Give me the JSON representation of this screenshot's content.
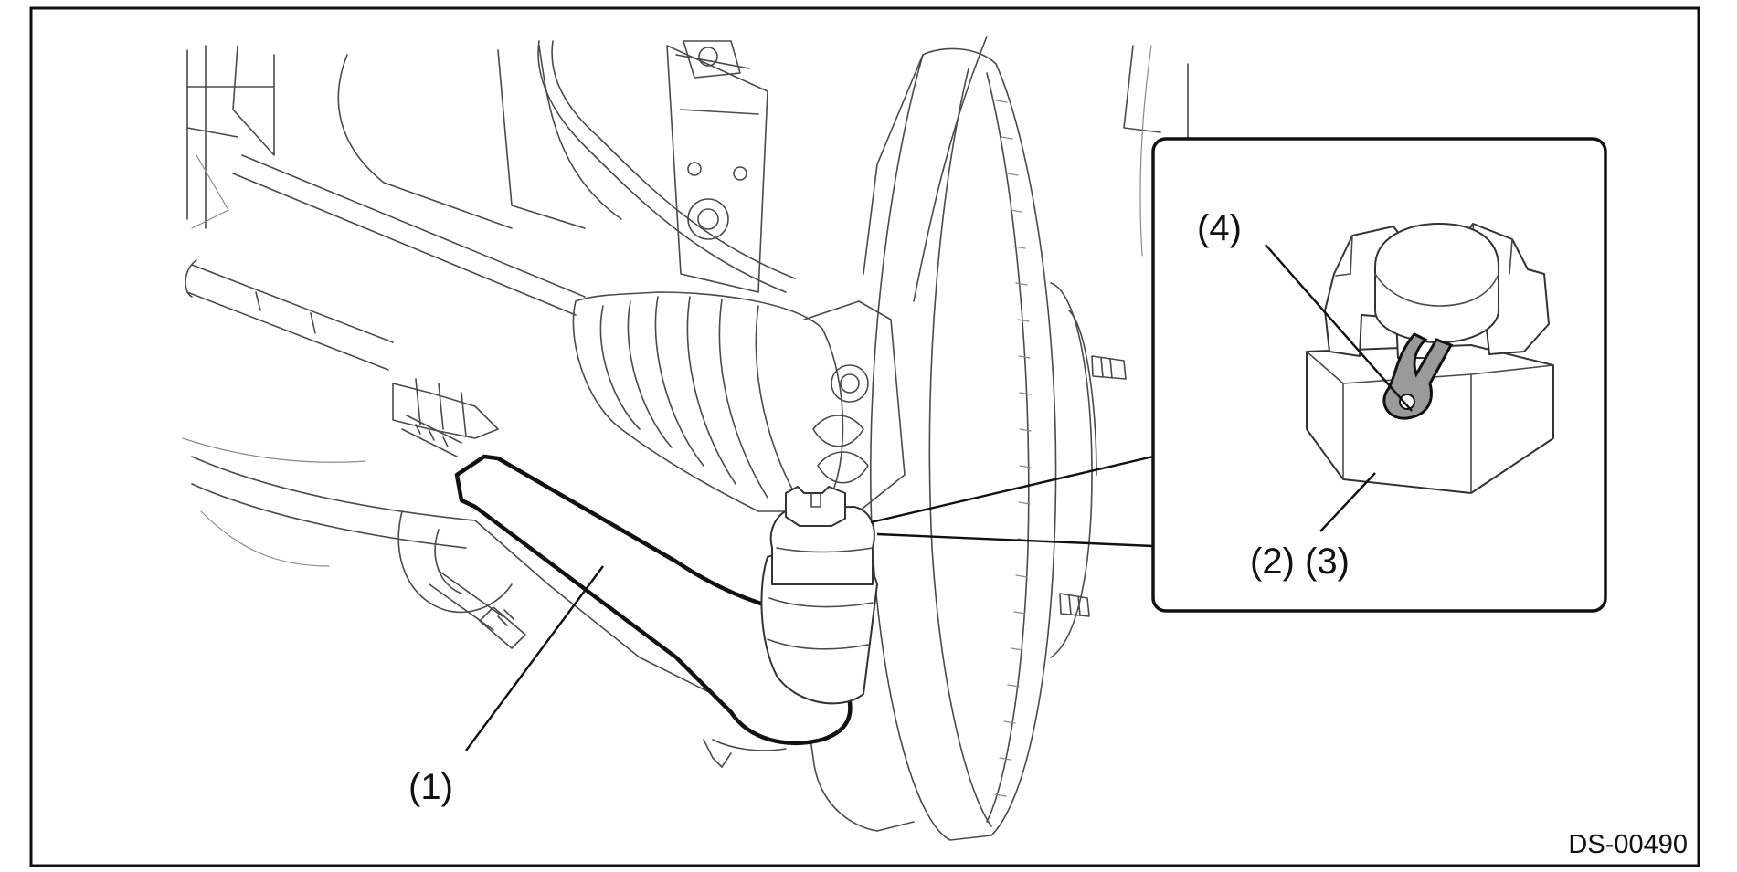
{
  "figure": {
    "figure_code": "DS-00490",
    "callouts": [
      {
        "id": "1",
        "label": "(1)"
      },
      {
        "id": "2-3",
        "label": "(2) (3)"
      },
      {
        "id": "4",
        "label": "(4)"
      }
    ],
    "colors": {
      "frame": "#111111",
      "line_art": "#4a4a4a",
      "highlight": "#111111",
      "cotter_pin_fill": "#9a9a9a"
    }
  }
}
